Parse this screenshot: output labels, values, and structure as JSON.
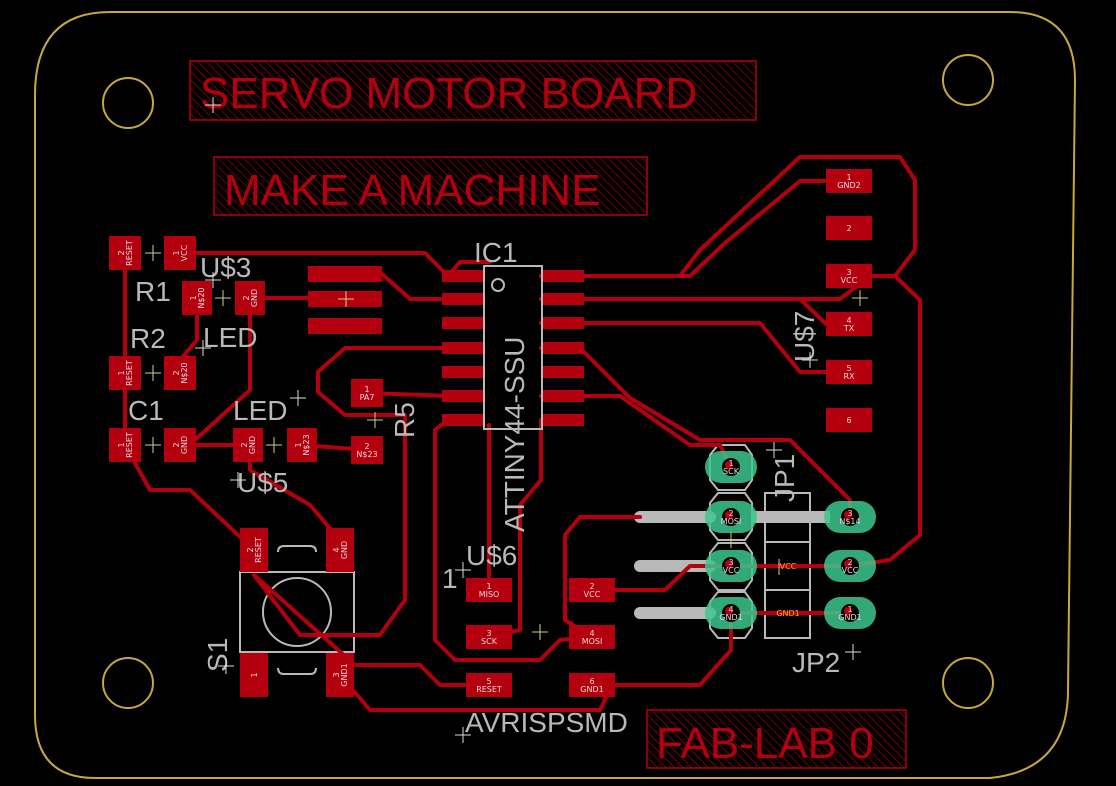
{
  "colors": {
    "board_outline": "#c8a83c",
    "copper": "#b4000e",
    "silkscreen": "#b9b9b9",
    "thru_hole": "#3cc68e"
  },
  "titles": [
    "SERVO MOTOR BOARD",
    "MAKE A MACHINE",
    "FAB-LAB 0"
  ],
  "labels": {
    "ic1": "IC1",
    "u3": "U$3",
    "r1": "R1",
    "r2": "R2",
    "led1": "LED",
    "c1": "C1",
    "led2": "LED",
    "u5": "U$5",
    "r5": "R5",
    "attiny": "ATTINY44-SSU",
    "u7": "U$7",
    "jp1": "JP1",
    "u6": "U$6",
    "one": "1",
    "s1": "S1",
    "avrisp": "AVRISPSMD",
    "jp2": "JP2"
  },
  "pads": [
    {
      "n": "2",
      "net": "RESET"
    },
    {
      "n": "1",
      "net": "VCC"
    },
    {
      "n": "1",
      "net": "N$20"
    },
    {
      "n": "2",
      "net": "GND"
    },
    {
      "n": "1",
      "net": "RESET"
    },
    {
      "n": "2",
      "net": "N$20"
    },
    {
      "n": "1",
      "net": "RESET"
    },
    {
      "n": "2",
      "net": "GND"
    },
    {
      "n": "2",
      "net": "GND"
    },
    {
      "n": "1",
      "net": "N$23"
    },
    {
      "n": "1",
      "net": "PA7"
    },
    {
      "n": "2",
      "net": "N$23"
    },
    {
      "n": "2",
      "net": "RESET"
    },
    {
      "n": "4",
      "net": "GND"
    },
    {
      "n": "1",
      "net": ""
    },
    {
      "n": "3",
      "net": "GND1"
    },
    {
      "n": "1",
      "net": "GND2"
    },
    {
      "n": "2",
      "net": ""
    },
    {
      "n": "3",
      "net": "VCC"
    },
    {
      "n": "4",
      "net": "TX"
    },
    {
      "n": "5",
      "net": "RX"
    },
    {
      "n": "6",
      "net": ""
    },
    {
      "n": "1",
      "net": "MISO"
    },
    {
      "n": "2",
      "net": "VCC"
    },
    {
      "n": "3",
      "net": "SCK"
    },
    {
      "n": "4",
      "net": "MOSI"
    },
    {
      "n": "5",
      "net": "RESET"
    },
    {
      "n": "6",
      "net": "GND1"
    }
  ],
  "jp_pads": [
    {
      "n": "1",
      "net": "SCK"
    },
    {
      "n": "2",
      "net": "MOSI"
    },
    {
      "n": "3",
      "net": "VCC"
    },
    {
      "n": "4",
      "net": "GND1"
    },
    {
      "n": "3",
      "net": "N$14"
    },
    {
      "n": "2",
      "net": "VCC"
    },
    {
      "n": "1",
      "net": "GND1"
    }
  ],
  "jp_nets": [
    "VCC",
    "GND1"
  ]
}
